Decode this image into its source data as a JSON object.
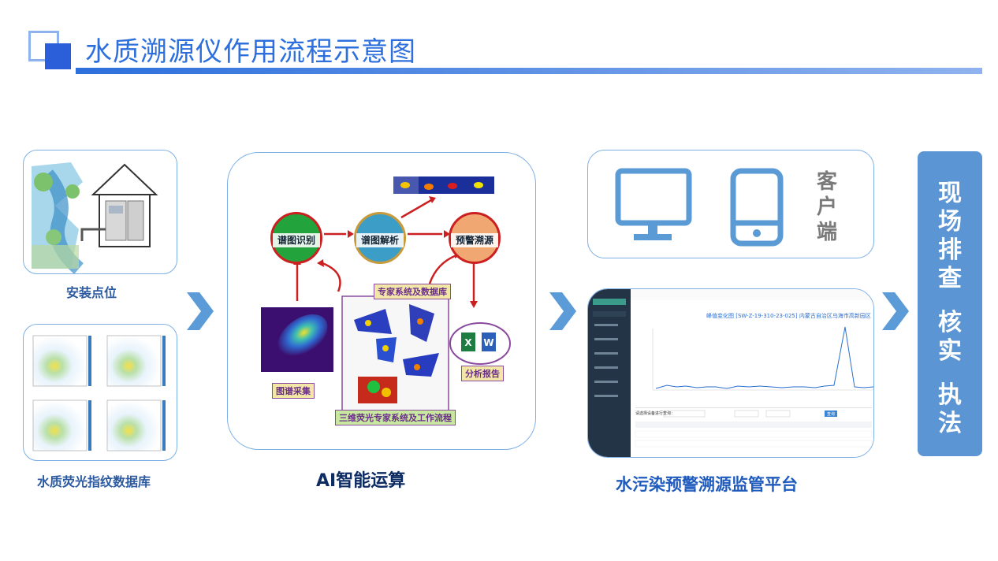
{
  "header": {
    "title": "水质溯源仪作用流程示意图"
  },
  "sections": {
    "install_label": "安装点位",
    "database_label": "水质荧光指纹数据库",
    "ai_label": "AI智能运算",
    "platform_label": "水污染预警溯源监管平台",
    "client_label": "客户端",
    "actions": [
      "现场排查",
      "核实",
      "执法"
    ]
  },
  "ai_flow": {
    "node_identify": "谱图识别",
    "node_analyze": "谱图解析",
    "node_warn": "预警溯源",
    "expert_tag": "专家系统及数据库",
    "spectrum_tag": "图谱采集",
    "report_tag": "分析报告",
    "workflow_tag": "三维荧光专家系统及工作流程"
  },
  "platform": {
    "chart_title": "峰值变化图 [SW-Z-19-310-23-025] 内蒙古自治区乌海市高新园区",
    "query_label": "请选择设备进行查询：",
    "query_button": "查询"
  },
  "colors": {
    "accent": "#2d6fdc",
    "card_border": "#7db0e6",
    "chevron": "#5a9bd8",
    "action_bar": "#5c95d3",
    "device_icon": "#5b9bd5"
  },
  "icons": [
    "chevron-right-icon",
    "monitor-icon",
    "tablet-icon",
    "excel-icon",
    "word-icon"
  ]
}
